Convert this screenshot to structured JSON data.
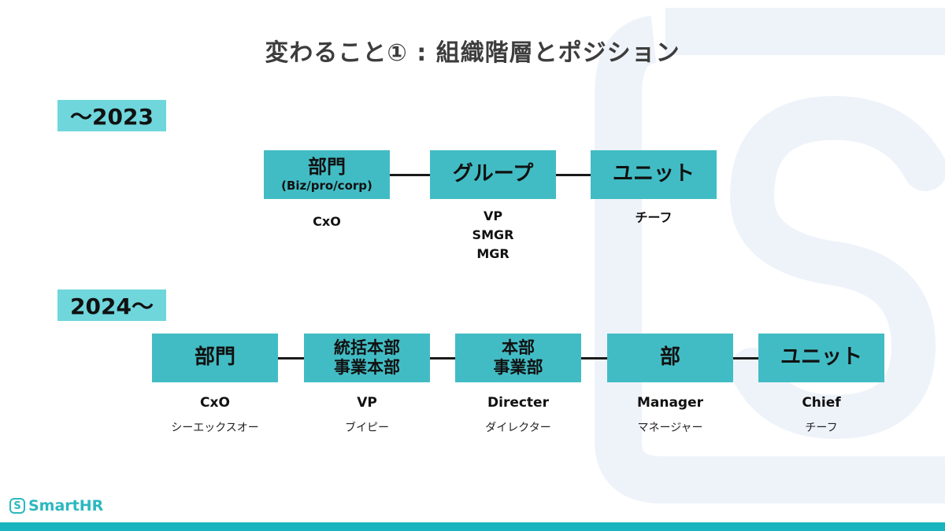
{
  "title": "変わること① : 組織階層とポジション",
  "colors": {
    "box": "#42bcc4",
    "era_label": "#6fd6dc",
    "brand": "#2bb8c0",
    "bottom_bar": "#19b4bd"
  },
  "era_2023": {
    "label": "〜2023",
    "boxes": [
      {
        "main": "部門",
        "sub": "(Biz/pro/corp)",
        "roles": [
          "CxO"
        ]
      },
      {
        "main": "グループ",
        "sub": "",
        "roles": [
          "VP",
          "SMGR",
          "MGR"
        ]
      },
      {
        "main": "ユニット",
        "sub": "",
        "roles": [
          "チーフ"
        ]
      }
    ]
  },
  "era_2024": {
    "label": "2024〜",
    "boxes": [
      {
        "line1": "部門",
        "line2": "",
        "role": "CxO",
        "reading": "シーエックスオー"
      },
      {
        "line1": "統括本部",
        "line2": "事業本部",
        "role": "VP",
        "reading": "ブイピー"
      },
      {
        "line1": "本部",
        "line2": "事業部",
        "role": "Directer",
        "reading": "ダイレクター"
      },
      {
        "line1": "部",
        "line2": "",
        "role": "Manager",
        "reading": "マネージャー"
      },
      {
        "line1": "ユニット",
        "line2": "",
        "role": "Chief",
        "reading": "チーフ"
      }
    ]
  },
  "logo": {
    "icon": "smarthr-s-icon",
    "glyph": "S",
    "text": "SmartHR"
  }
}
